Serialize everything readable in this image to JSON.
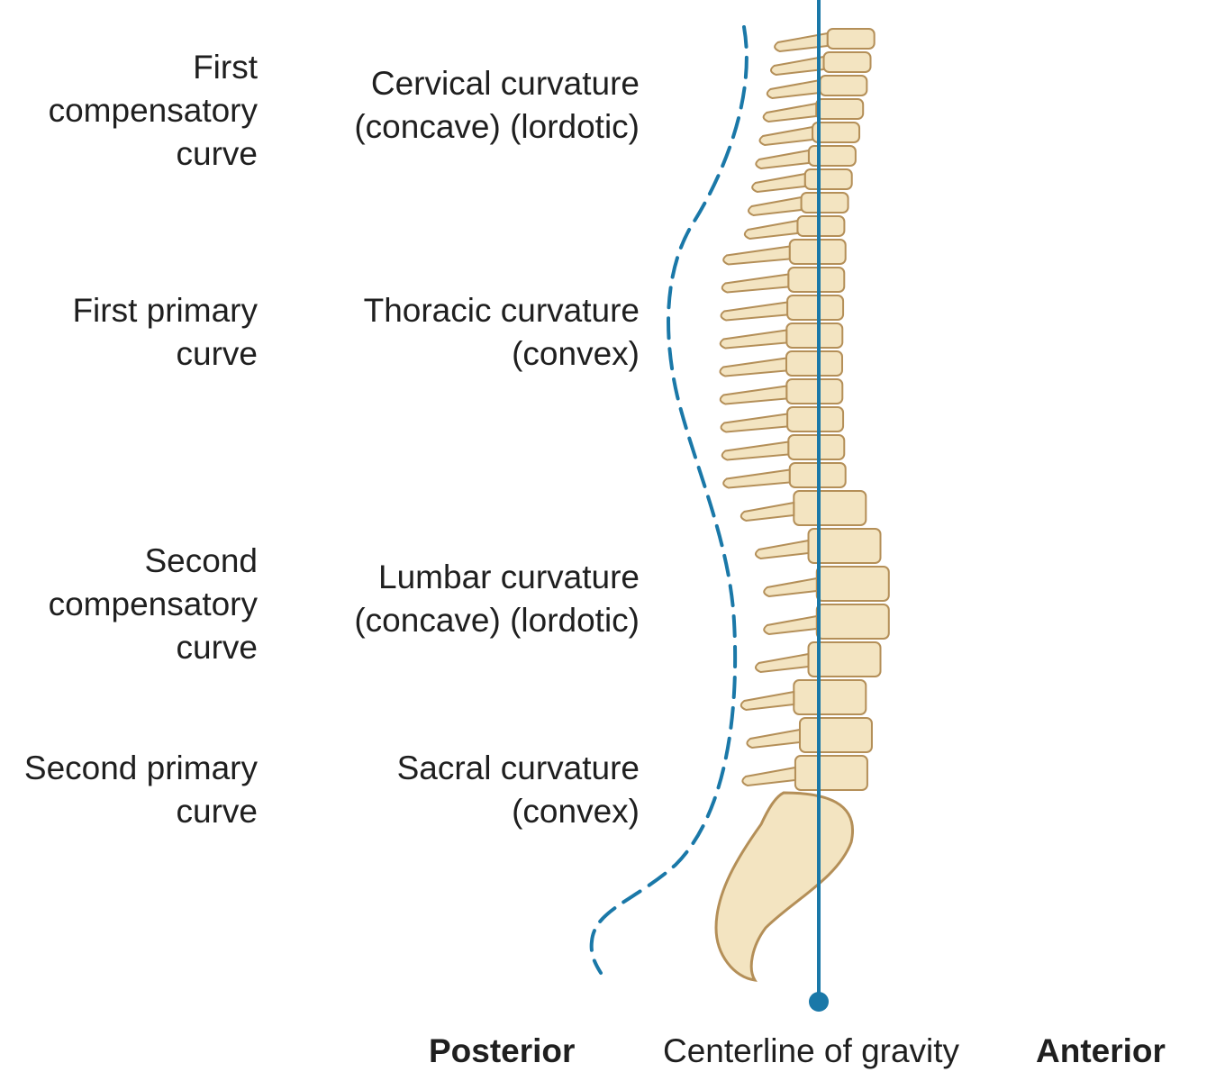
{
  "colors": {
    "accent": "#1a78a8",
    "bone": "#f3e4c1",
    "bone_shadow": "#b48f58",
    "text": "#1f1f1f"
  },
  "curve_types": [
    [
      "First",
      "compensatory",
      "curve"
    ],
    [
      "First primary",
      "curve"
    ],
    [
      "Second",
      "compensatory",
      "curve"
    ],
    [
      "Second primary",
      "curve"
    ]
  ],
  "curvatures": [
    [
      "Cervical curvature",
      "(concave) (lordotic)"
    ],
    [
      "Thoracic curvature",
      "(convex)"
    ],
    [
      "Lumbar curvature",
      "(concave) (lordotic)"
    ],
    [
      "Sacral curvature",
      "(convex)"
    ]
  ],
  "footer": {
    "posterior": "Posterior",
    "centerline": "Centerline of gravity",
    "anterior": "Anterior"
  }
}
